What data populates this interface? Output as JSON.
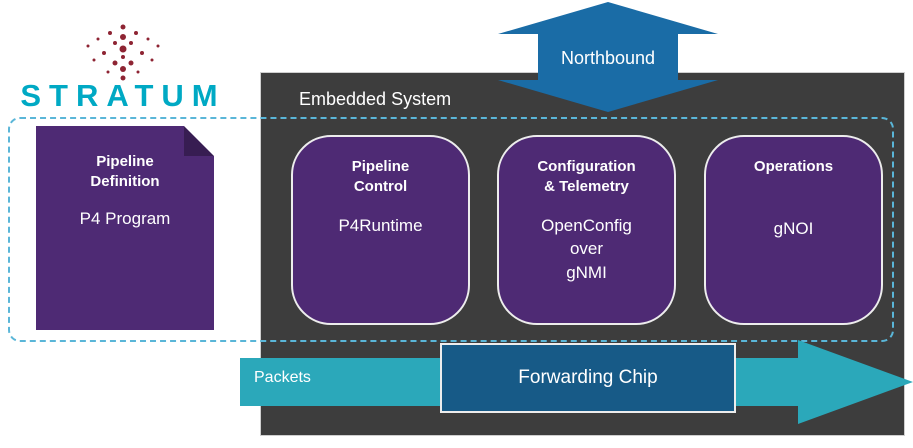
{
  "logo": {
    "text": "STRATUM"
  },
  "northbound": {
    "label": "Northbound"
  },
  "embedded_system": {
    "label": "Embedded System"
  },
  "pipeline_definition": {
    "title": "Pipeline\nDefinition",
    "body": "P4 Program"
  },
  "cards": [
    {
      "title": "Pipeline\nControl",
      "body": "P4Runtime"
    },
    {
      "title": "Configuration\n& Telemetry",
      "body": "OpenConfig\nover\ngNMI"
    },
    {
      "title": "Operations",
      "body": "gNOI"
    }
  ],
  "packets": {
    "label": "Packets"
  },
  "forwarding_chip": {
    "label": "Forwarding Chip"
  },
  "colors": {
    "purple": "#4e2a74",
    "purple_fold": "#371d52",
    "dark_panel": "#3d3d3d",
    "teal_arrow": "#2ba8ba",
    "northbound_blue": "#1a6ca6",
    "chip_blue": "#175a87",
    "logo_teal": "#00a9c4",
    "logo_dots_red": "#8e2433",
    "dashed_border": "#5ab6d8"
  }
}
